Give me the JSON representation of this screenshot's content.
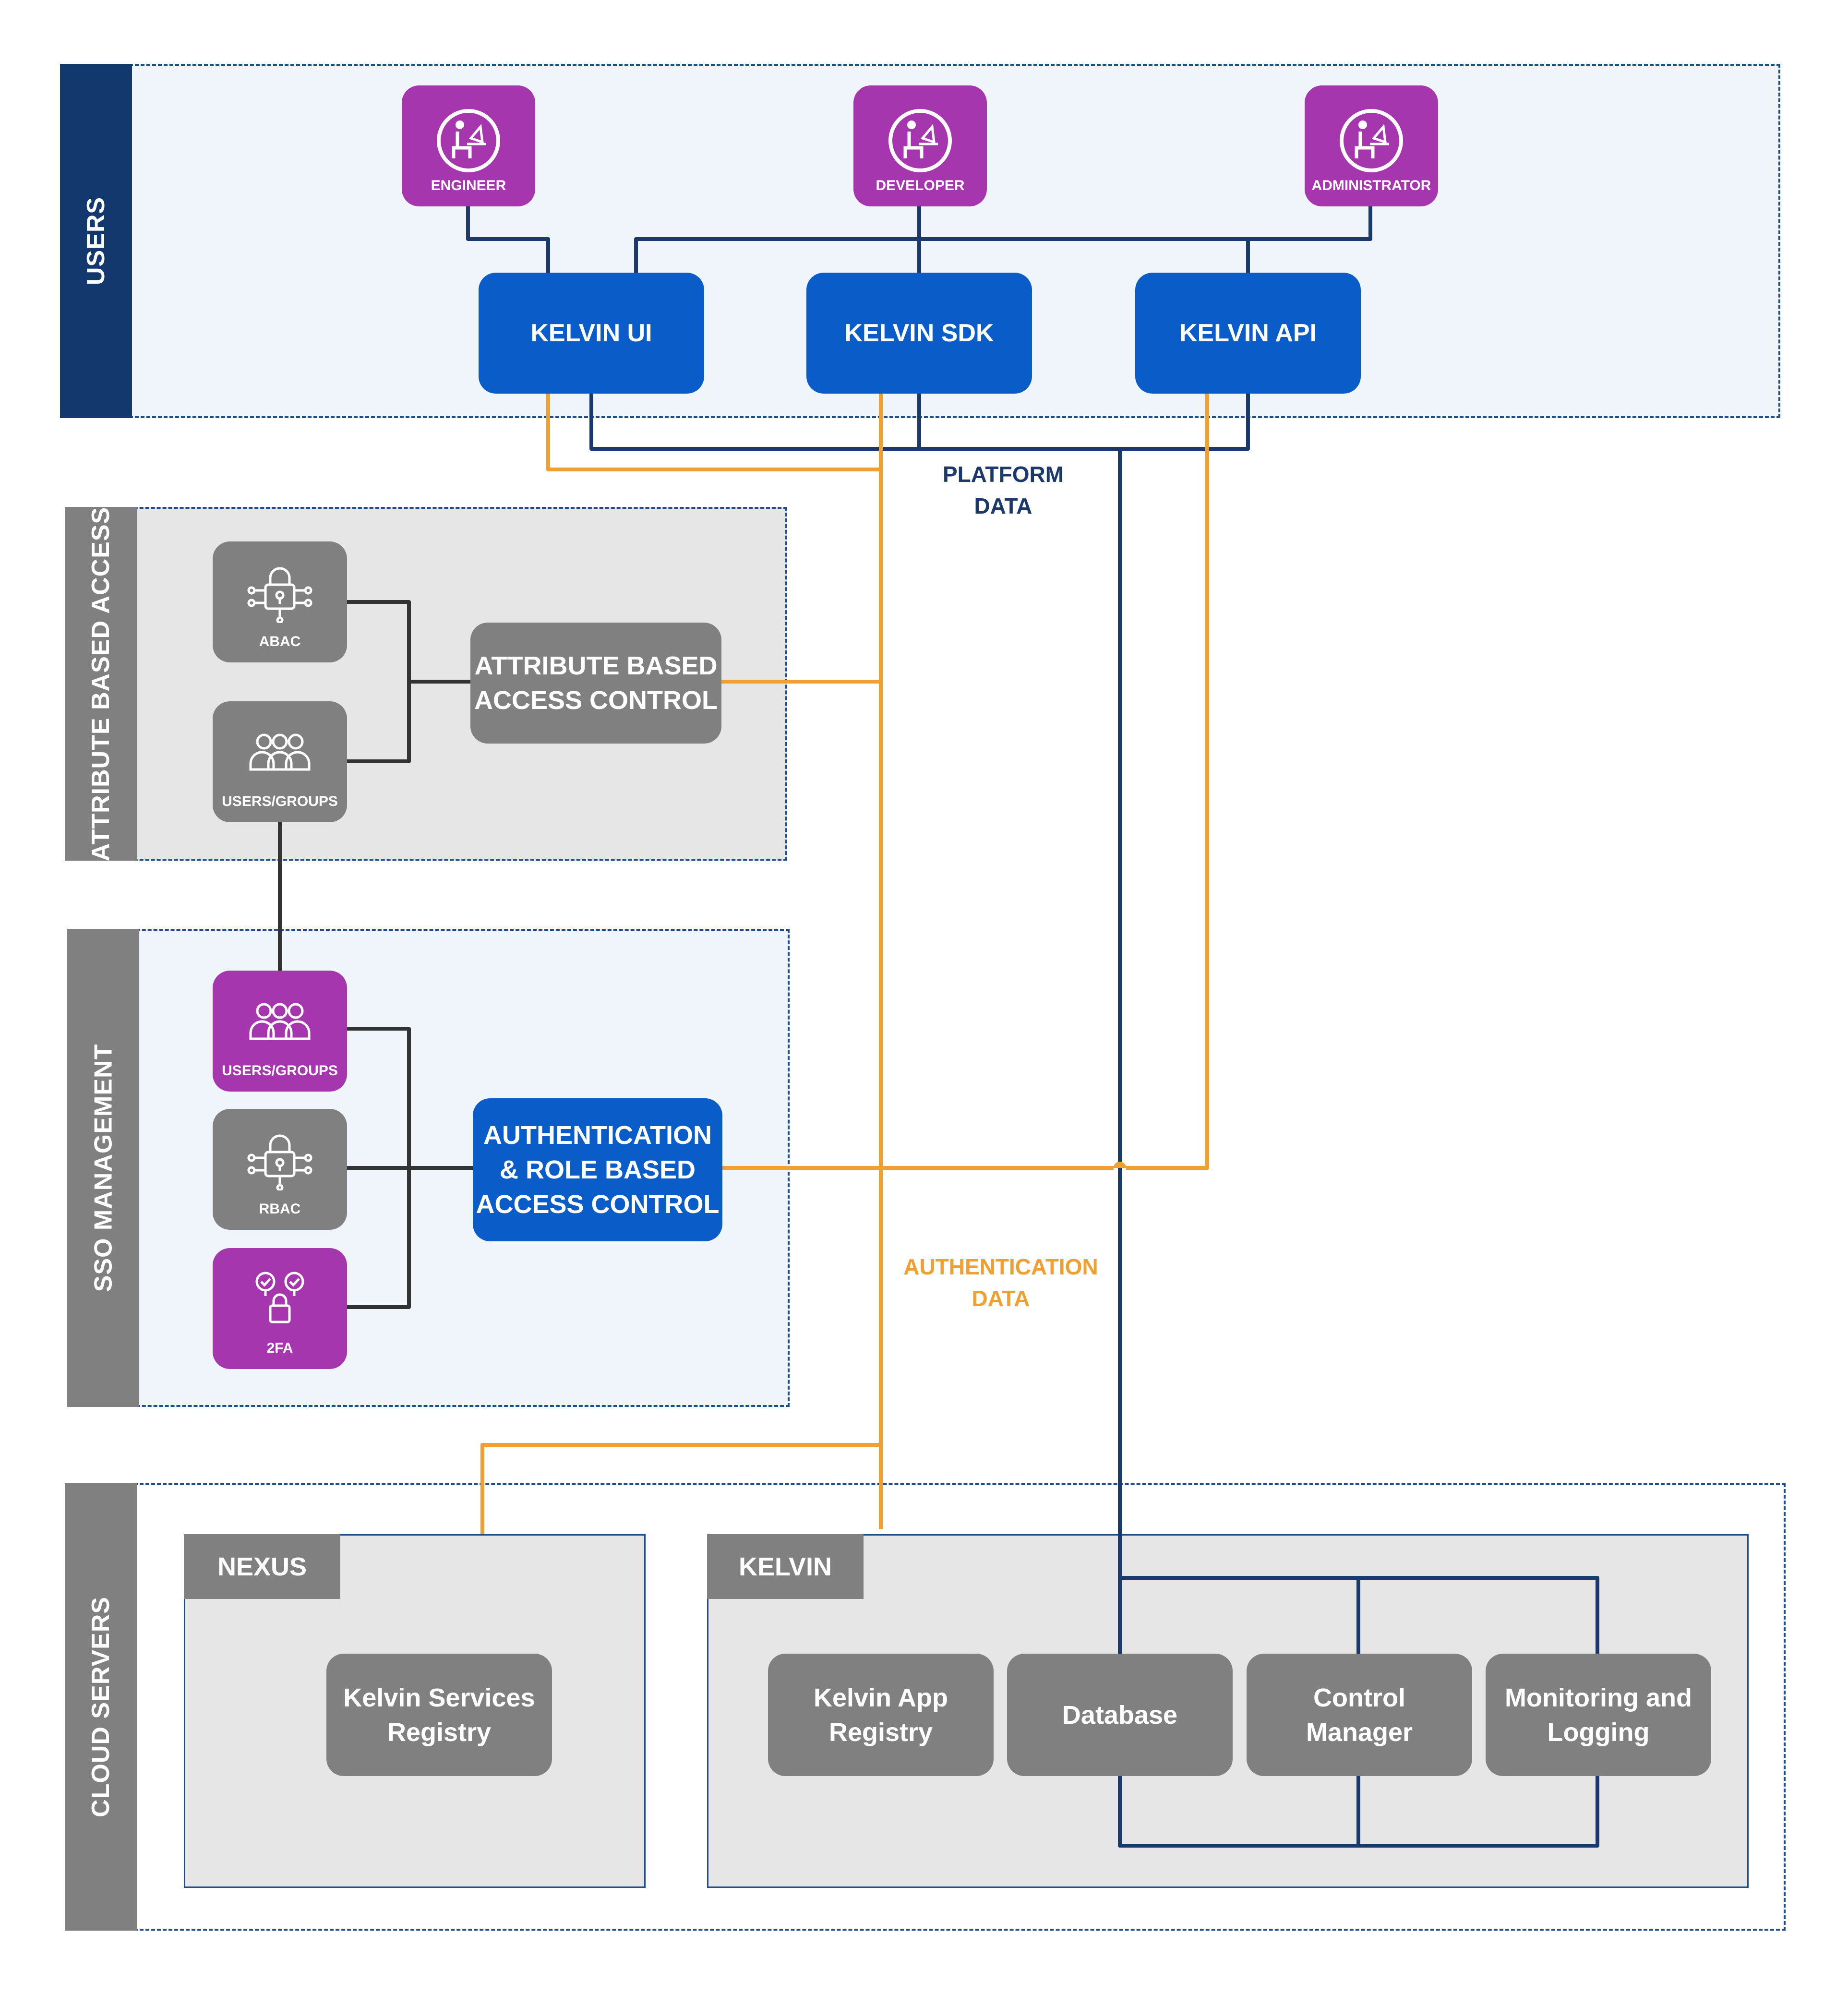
{
  "sections": {
    "users": "USERS",
    "abac": "ATTRIBUTE BASED ACCESS",
    "sso": "SSO MANAGEMENT",
    "cloud": "CLOUD SERVERS"
  },
  "personas": {
    "engineer": "ENGINEER",
    "developer": "DEVELOPER",
    "administrator": "ADMINISTRATOR"
  },
  "interfaces": {
    "ui": "KELVIN UI",
    "sdk": "KELVIN SDK",
    "api": "KELVIN API"
  },
  "abac": {
    "abac_label": "ABAC",
    "users_groups_label": "USERS/GROUPS",
    "control_line1": "ATTRIBUTE BASED",
    "control_line2": "ACCESS CONTROL"
  },
  "sso": {
    "users_groups_label": "USERS/GROUPS",
    "rbac_label": "RBAC",
    "twofa_label": "2FA",
    "auth_line1": "AUTHENTICATION",
    "auth_line2": "& ROLE BASED",
    "auth_line3": "ACCESS CONTROL"
  },
  "flows": {
    "platform_line1": "PLATFORM",
    "platform_line2": "DATA",
    "auth_line1": "AUTHENTICATION",
    "auth_line2": "DATA"
  },
  "cloud": {
    "nexus_tab": "NEXUS",
    "kelvin_tab": "KELVIN",
    "services_registry_line1": "Kelvin Services",
    "services_registry_line2": "Registry",
    "app_registry_line1": "Kelvin App",
    "app_registry_line2": "Registry",
    "database": "Database",
    "control_manager_line1": "Control",
    "control_manager_line2": "Manager",
    "monitoring_line1": "Monitoring and",
    "monitoring_line2": "Logging"
  },
  "colors": {
    "navy": "#12386e",
    "blue": "#0a5cc8",
    "purple": "#a636ad",
    "grey": "#808080",
    "orange": "#f0a030",
    "line_navy": "#1b3a6b"
  }
}
